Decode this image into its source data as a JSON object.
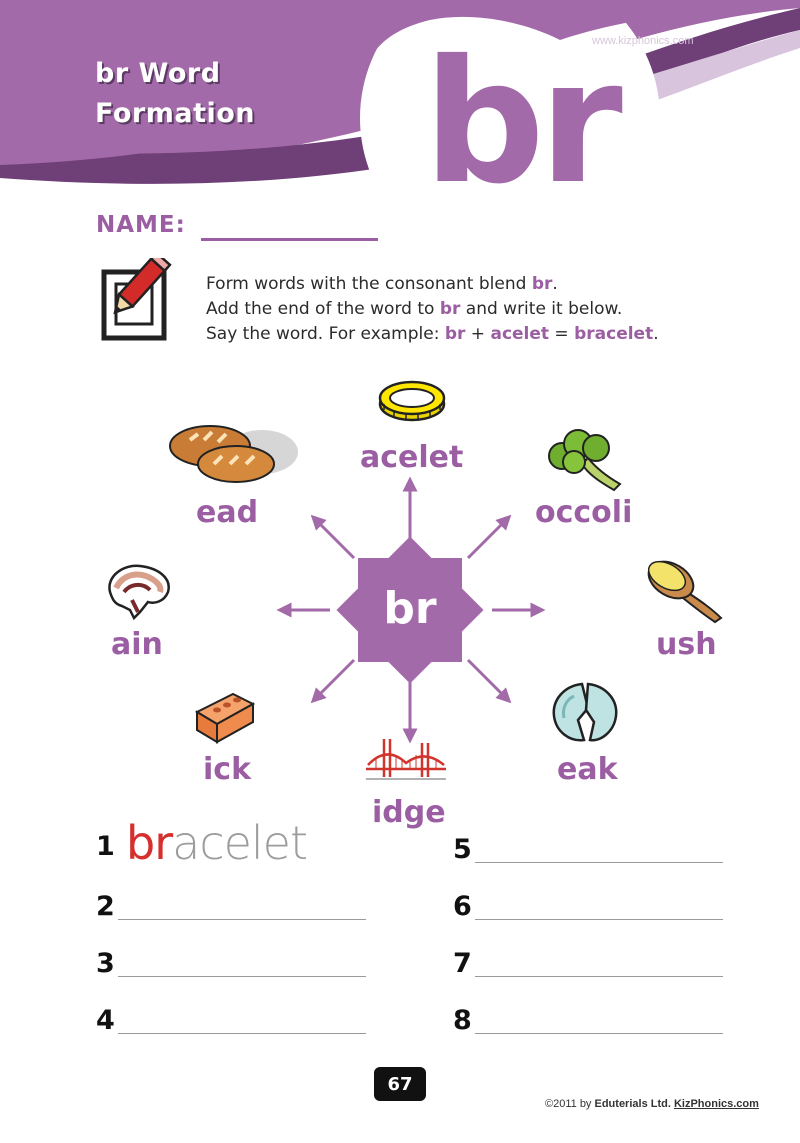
{
  "header": {
    "title_line1": "br Word",
    "title_line2": "Formation",
    "big_letters": "br",
    "watermark": "www.kizphonics.com"
  },
  "name_field": {
    "label": "NAME:"
  },
  "instructions": {
    "line1_pre": "Form words with the consonant blend ",
    "line1_hl": "br",
    "line1_post": ".",
    "line2_pre": "Add the end of the word to ",
    "line2_hl": "br",
    "line2_post": " and write it below.",
    "line3_pre": "Say the word. For example: ",
    "line3_hl1": "br",
    "line3_plus": " + ",
    "line3_hl2": "acelet",
    "line3_eq": " = ",
    "line3_hl3": "bracelet",
    "line3_post": "."
  },
  "wheel": {
    "center": "br",
    "endings": {
      "acelet": "acelet",
      "occoli": "occoli",
      "ush": "ush",
      "eak": "eak",
      "idge": "idge",
      "ick": "ick",
      "ain": "ain",
      "ead": "ead"
    },
    "pictures": [
      "bracelet-picture",
      "broccoli-picture",
      "brush-picture",
      "break-plate-picture",
      "bridge-picture",
      "brick-picture",
      "brain-picture",
      "bread-picture"
    ]
  },
  "answers": {
    "n1": "1",
    "n2": "2",
    "n3": "3",
    "n4": "4",
    "n5": "5",
    "n6": "6",
    "n7": "7",
    "n8": "8",
    "example_red": "br",
    "example_gray": "acelet"
  },
  "footer": {
    "page_number": "67",
    "copyright_pre": "©2011 by ",
    "copyright_company": "Eduterials Ltd.",
    "copyright_site": "KizPhonics.com"
  },
  "colors": {
    "purple": "#9b5ea2",
    "header_purple": "#a36aa9",
    "light_purple": "#d8c3dc",
    "example_red": "#d5302e"
  }
}
